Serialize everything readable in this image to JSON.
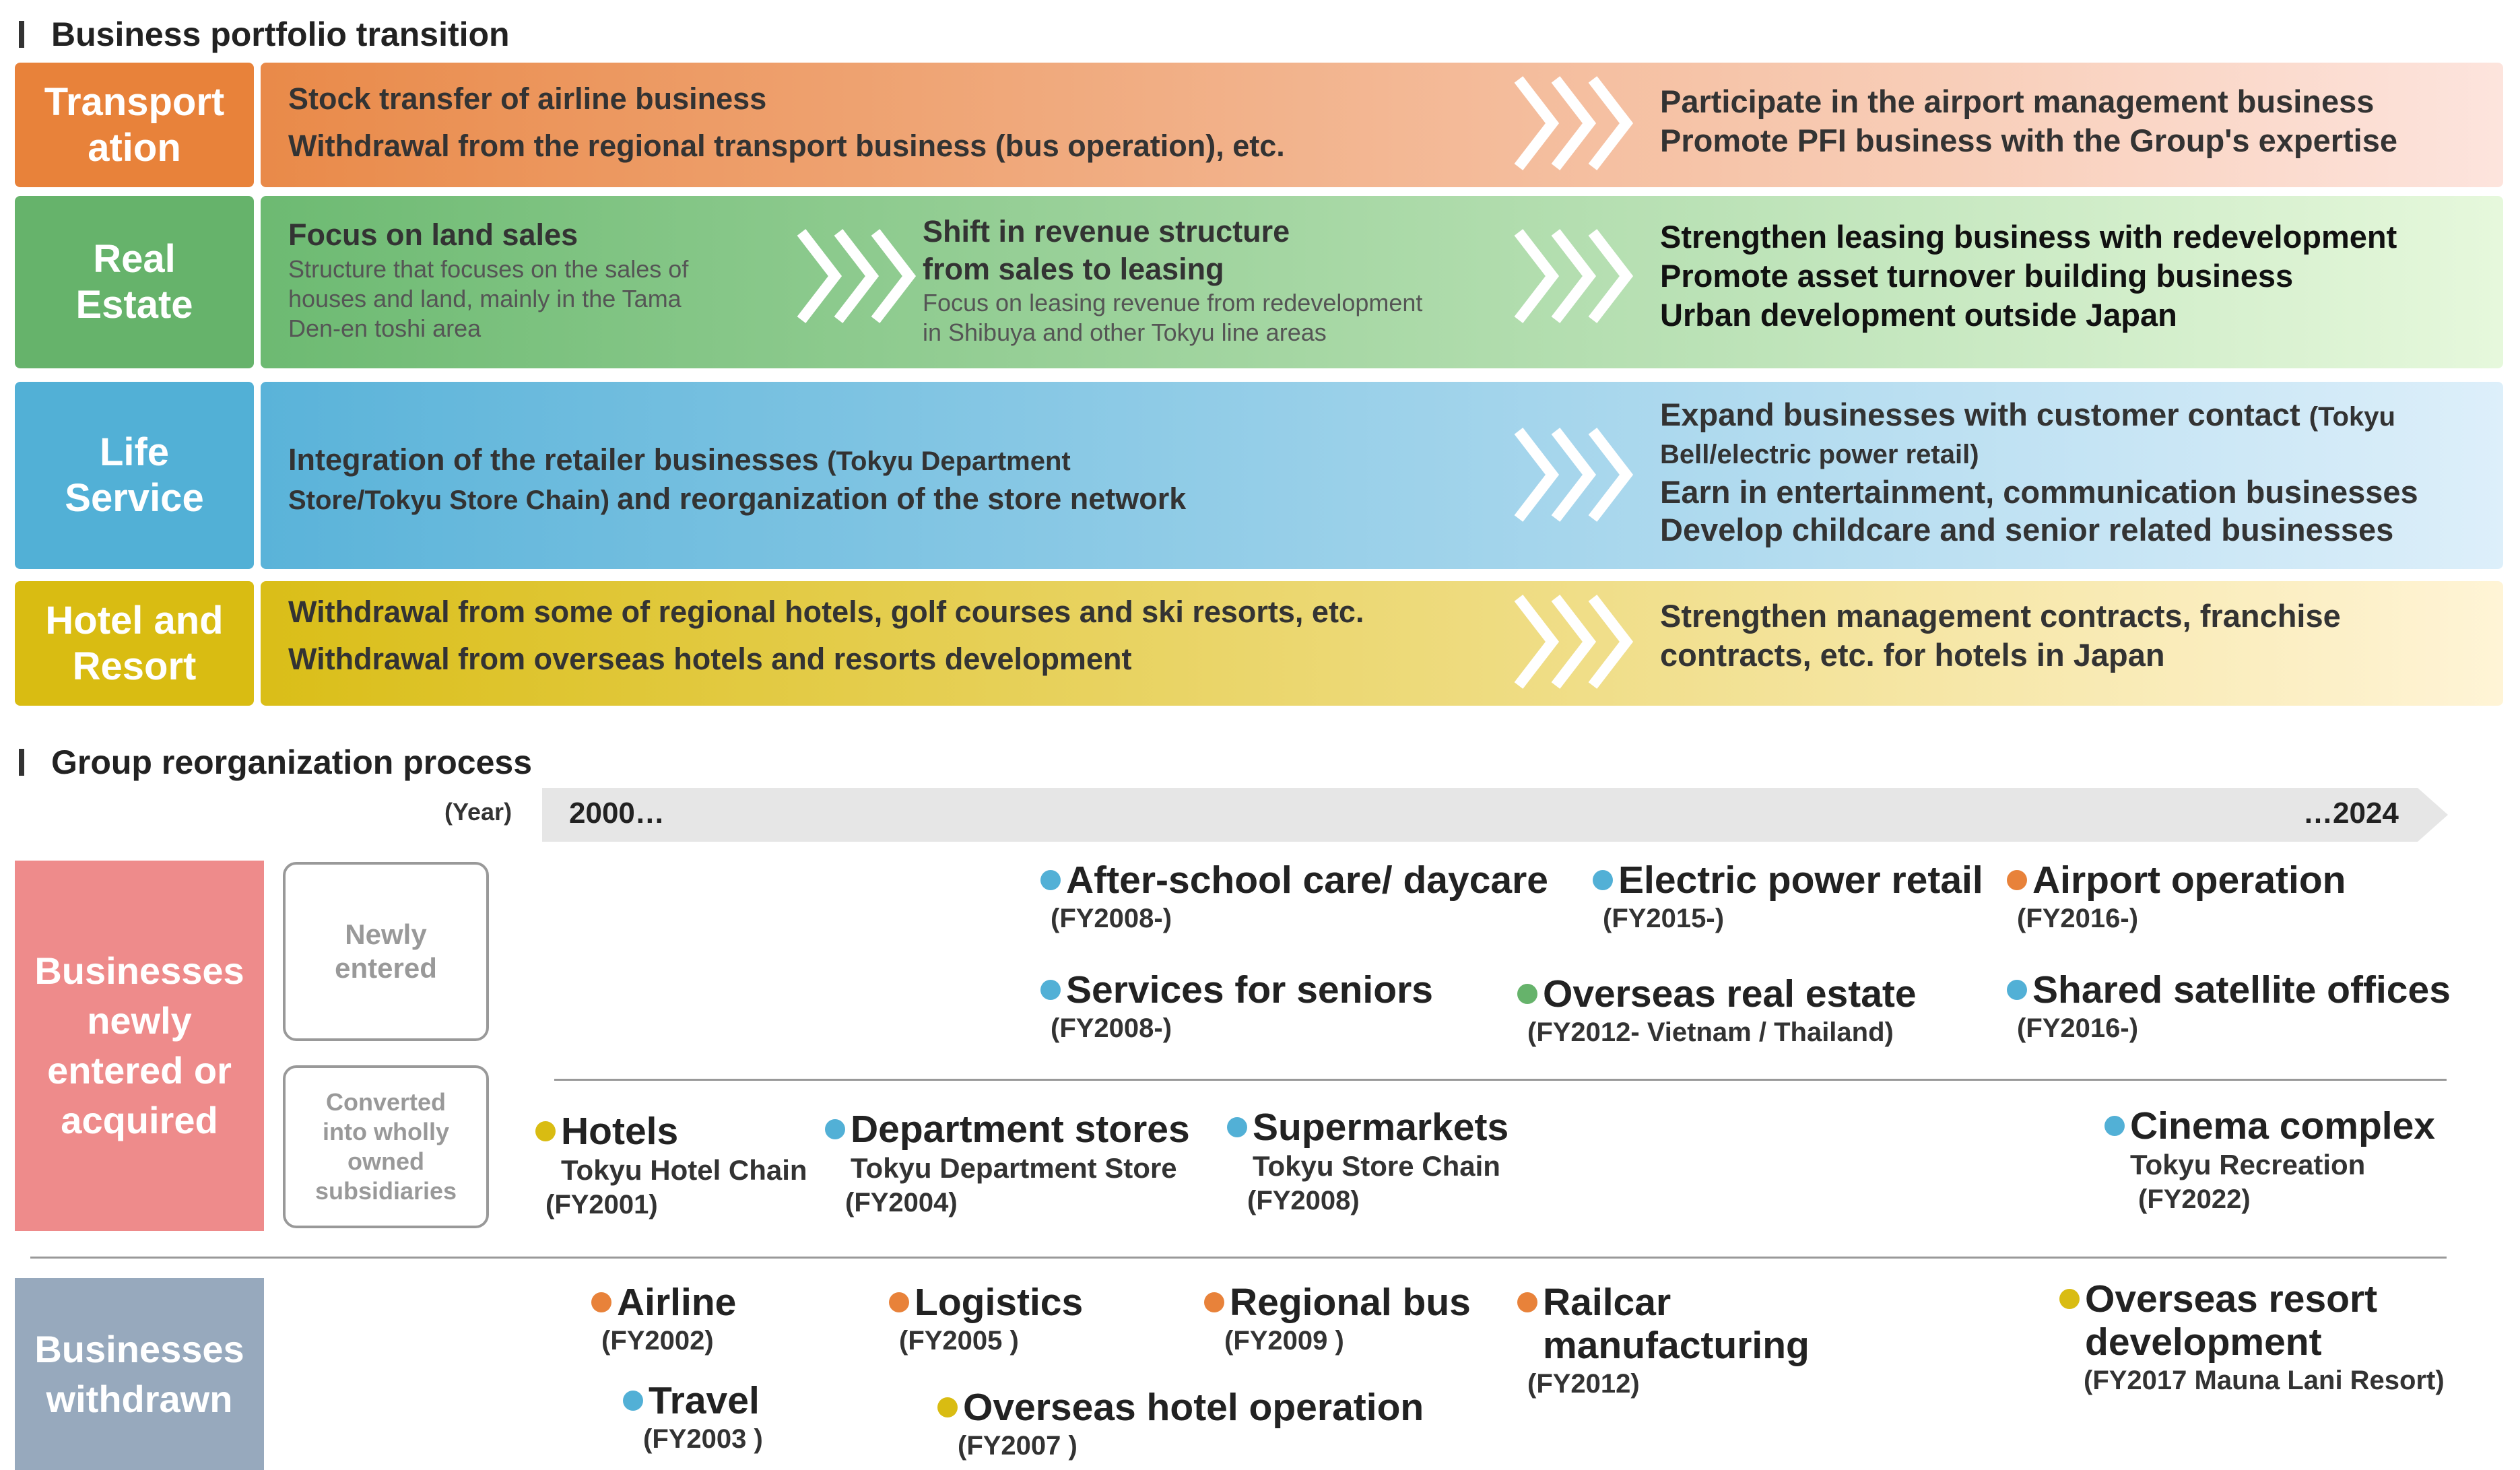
{
  "portfolio": {
    "title": "Business portfolio transition",
    "rows": [
      {
        "label": "Transport\nation",
        "label_color": "#E8823A",
        "band_from": "#E98A49",
        "band_to": "#FDE4DD",
        "left": [
          "Stock transfer of airline business",
          "Withdrawal from the regional transport business (bus operation), etc."
        ],
        "right": [
          "Participate in the airport management business",
          "Promote PFI business with the Group's expertise"
        ]
      },
      {
        "label": "Real\nEstate",
        "label_color": "#66B36B",
        "band_from": "#6DBA72",
        "band_to": "#E6F8DC",
        "left_title": "Focus on land sales",
        "left_desc": "Structure that focuses on the sales of\nhouses and land, mainly in the Tama\nDen-en toshi area",
        "mid_title": "Shift in revenue structure\nfrom sales to leasing",
        "mid_desc": "Focus on leasing revenue from redevelopment\nin Shibuya and other Tokyu line areas",
        "right": [
          "Strengthen leasing business with redevelopment",
          "Promote asset turnover building business",
          "Urban development outside Japan"
        ]
      },
      {
        "label": "Life\nService",
        "label_color": "#52B0D6",
        "band_from": "#5AB3D9",
        "band_to": "#DDEFFA",
        "left_a": "Integration of the retailer businesses ",
        "left_b": "(Tokyu Department",
        "left_c": "Store/Tokyu Store Chain) ",
        "left_d": "and reorganization of the store network",
        "right_a": "Expand businesses with customer contact ",
        "right_b": "(Tokyu",
        "right_c": "Bell/electric power retail)",
        "right_d": "Earn in entertainment, communication businesses",
        "right_e": "Develop childcare and senior related businesses"
      },
      {
        "label": "Hotel and\nResort",
        "label_color": "#D9BC12",
        "band_from": "#DABE18",
        "band_to": "#FFF4D6",
        "left": [
          "Withdrawal from some of regional hotels, golf courses and ski resorts, etc.",
          "Withdrawal from overseas hotels and resorts development"
        ],
        "right": [
          "Strengthen management contracts, franchise",
          "contracts, etc. for hotels in Japan"
        ]
      }
    ]
  },
  "reorg": {
    "title": "Group reorganization process",
    "year_label": "(Year)",
    "timeline_start": "2000…",
    "timeline_end": "…2024",
    "group1_label": "Businesses\nnewly\nentered or\nacquired",
    "group1_color": "#EE8B8B",
    "box_new": "Newly\nentered",
    "box_converted": "Converted\ninto wholly\nowned\nsubsidiaries",
    "group2_label": "Businesses\nwithdrawn",
    "group2_color": "#97A9BD",
    "colors": {
      "orange": "#E8823A",
      "blue": "#52B0D6",
      "green": "#66B36B",
      "yellow": "#D9BC12"
    },
    "new_entries": [
      {
        "title": "After-school care/ daycare",
        "year": "(FY2008-)",
        "dot": "blue"
      },
      {
        "title": "Electric power retail",
        "year": "(FY2015-)",
        "dot": "blue"
      },
      {
        "title": "Airport operation",
        "year": "(FY2016-)",
        "dot": "orange"
      },
      {
        "title": "Services for seniors",
        "year": "(FY2008-)",
        "dot": "blue"
      },
      {
        "title": "Overseas real estate",
        "year": "(FY2012- Vietnam / Thailand)",
        "dot": "green"
      },
      {
        "title": "Shared satellite offices",
        "year": "(FY2016-)",
        "dot": "blue"
      }
    ],
    "acquired": [
      {
        "title": "Hotels",
        "sub": "Tokyu Hotel Chain",
        "year": "(FY2001)",
        "dot": "yellow"
      },
      {
        "title": "Department stores",
        "sub": "Tokyu Department Store",
        "year": "(FY2004)",
        "dot": "blue"
      },
      {
        "title": "Supermarkets",
        "sub": "Tokyu Store Chain",
        "year": "(FY2008)",
        "dot": "blue"
      },
      {
        "title": "Cinema complex",
        "sub": "Tokyu Recreation",
        "year": "(FY2022)",
        "dot": "blue"
      }
    ],
    "withdrawn": [
      {
        "title": "Airline",
        "year": "(FY2002)",
        "dot": "orange"
      },
      {
        "title": "Logistics",
        "year": "(FY2005 )",
        "dot": "orange"
      },
      {
        "title": "Regional bus",
        "year": "(FY2009 )",
        "dot": "orange"
      },
      {
        "title": "Railcar\nmanufacturing",
        "year": "(FY2012)",
        "dot": "orange"
      },
      {
        "title": "Overseas resort\ndevelopment",
        "year": "(FY2017  Mauna Lani Resort)",
        "dot": "yellow"
      },
      {
        "title": "Travel",
        "year": "(FY2003 )",
        "dot": "blue"
      },
      {
        "title": "Overseas hotel operation",
        "year": "(FY2007 )",
        "dot": "yellow"
      }
    ]
  }
}
